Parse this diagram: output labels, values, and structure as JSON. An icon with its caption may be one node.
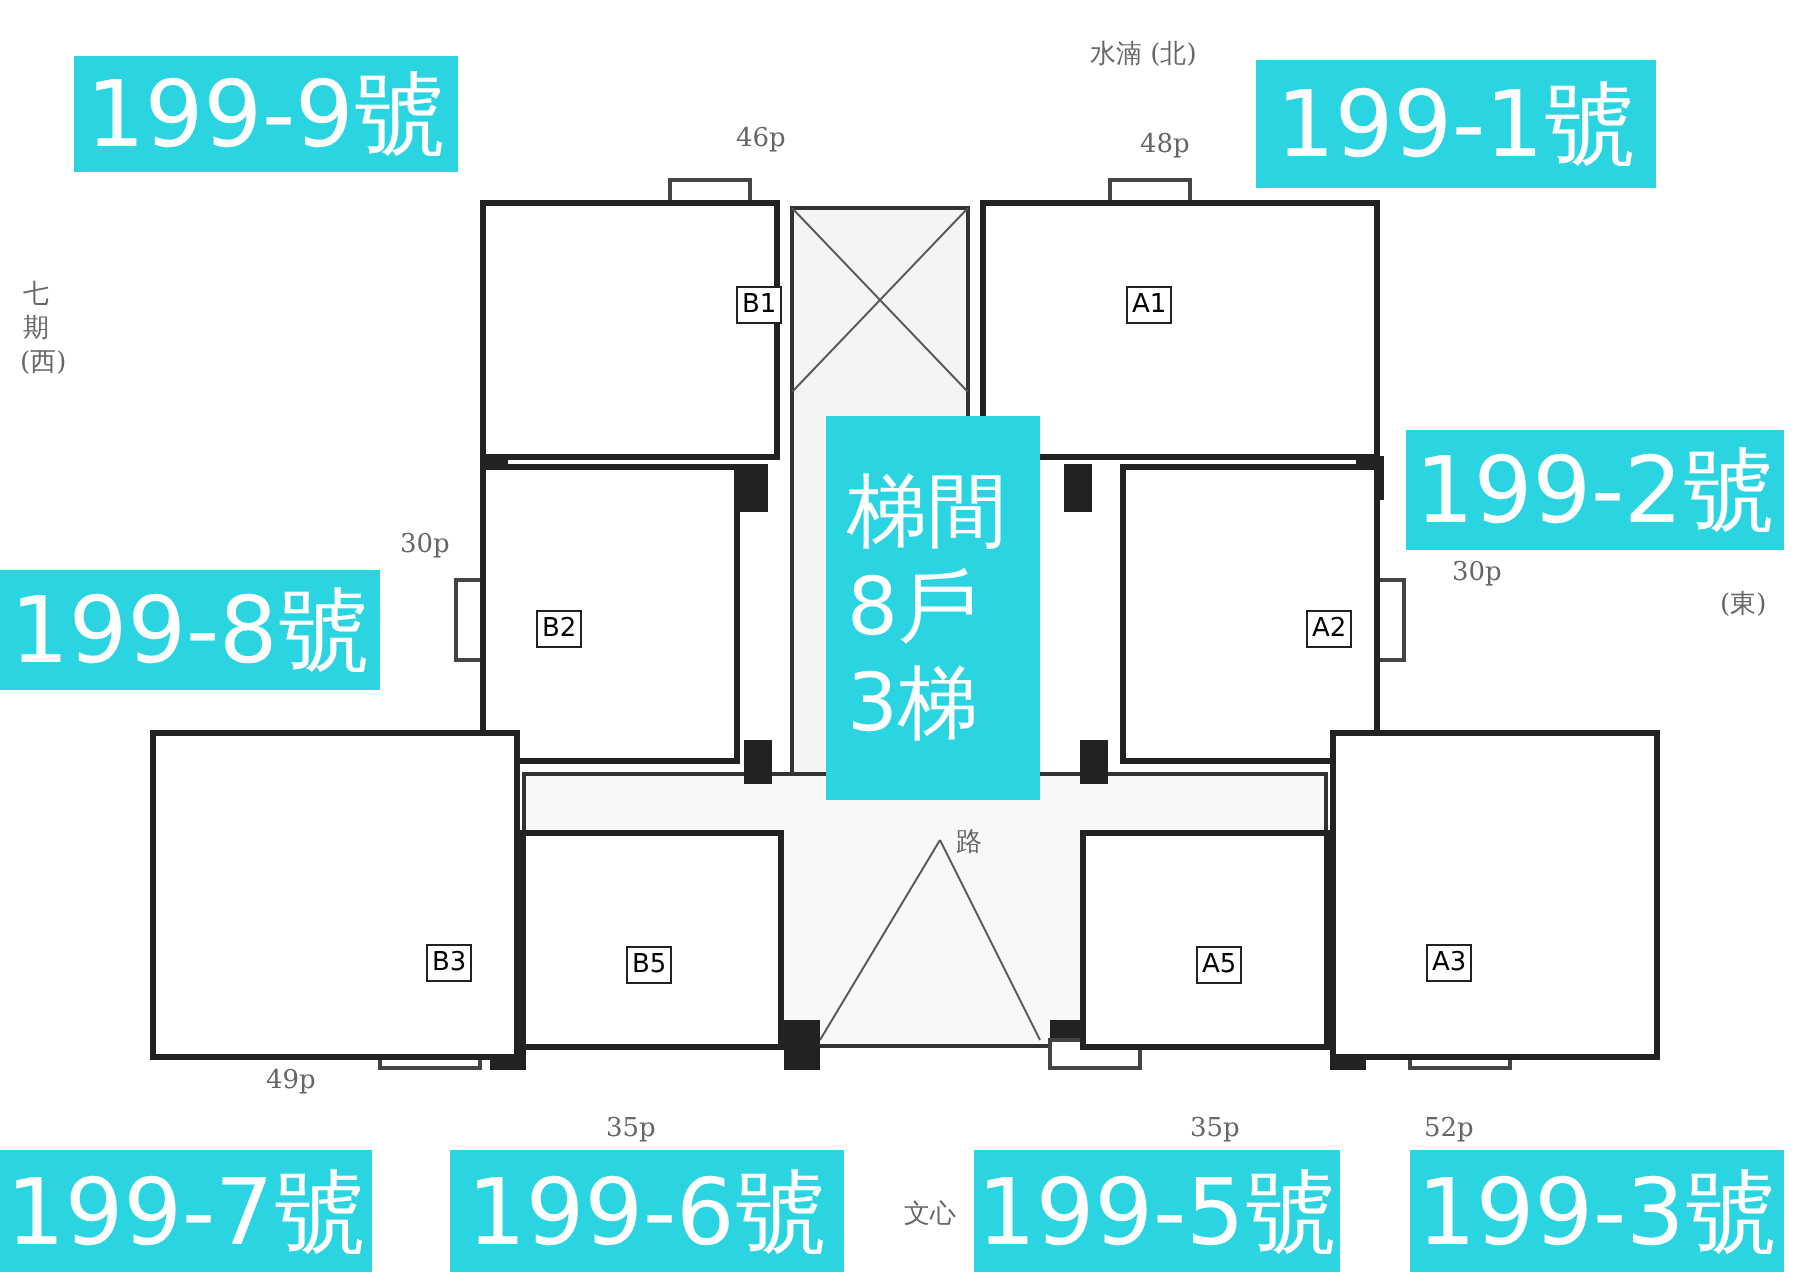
{
  "diagram": {
    "nodes": [
      {
        "text": [
          "199-9號"
        ]
      },
      {
        "text": [
          "199-1號"
        ]
      },
      {
        "text": [
          "B1"
        ]
      },
      {
        "text": [
          "A1"
        ]
      },
      {
        "text": [
          "梯間8戶3梯"
        ]
      },
      {
        "text": [
          "199-2號"
        ]
      },
      {
        "text": [
          "199-8號"
        ]
      },
      {
        "text": [
          "B2"
        ]
      },
      {
        "text": [
          "A2"
        ]
      },
      {
        "text": [
          "B3"
        ]
      },
      {
        "text": [
          "B5"
        ]
      },
      {
        "text": [
          "A5"
        ]
      },
      {
        "text": [
          "A3"
        ]
      },
      {
        "text": [
          "199-7號"
        ]
      },
      {
        "text": [
          "199-6號"
        ]
      },
      {
        "text": [
          "199-5號"
        ]
      },
      {
        "text": [
          "199-3號"
        ]
      }
    ],
    "labels": [
      "水湳 (北)",
      "46p",
      "48p",
      "七期 (西)",
      "30p",
      "30p",
      "(東)",
      "路",
      "49p",
      "35p",
      "35p",
      "52p",
      "文心"
    ]
  }
}
